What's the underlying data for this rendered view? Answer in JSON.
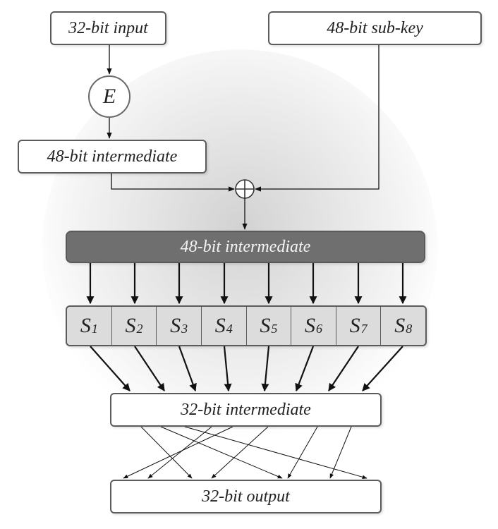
{
  "diagram": {
    "input_label": "32-bit input",
    "subkey_label": "48-bit sub-key",
    "expansion_label": "E",
    "intermediate_expanded_label": "48-bit intermediate",
    "intermediate_xored_label": "48-bit intermediate",
    "intermediate_substituted_label": "32-bit intermediate",
    "output_label": "32-bit output",
    "sboxes": [
      {
        "letter": "S",
        "index": "1"
      },
      {
        "letter": "S",
        "index": "2"
      },
      {
        "letter": "S",
        "index": "3"
      },
      {
        "letter": "S",
        "index": "4"
      },
      {
        "letter": "S",
        "index": "5"
      },
      {
        "letter": "S",
        "index": "6"
      },
      {
        "letter": "S",
        "index": "7"
      },
      {
        "letter": "S",
        "index": "8"
      }
    ],
    "colors": {
      "box_border": "#5b5b5b",
      "highlight_bar": "#6f6f6f",
      "sbox_fill": "#dcdcdc",
      "wire": "#111111"
    }
  }
}
